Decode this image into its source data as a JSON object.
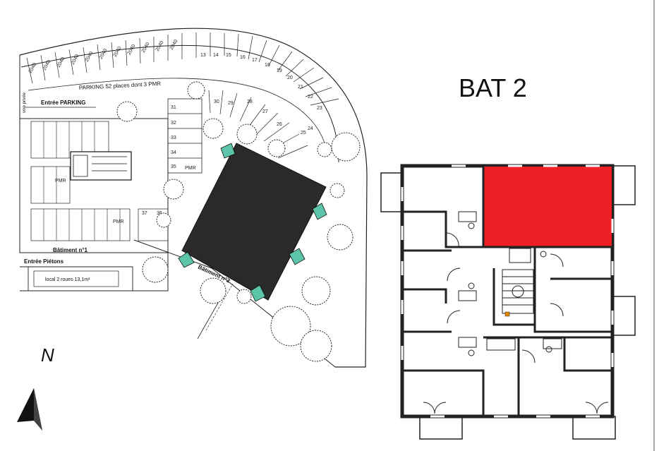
{
  "title": "BAT 2",
  "compass": "N",
  "site_plan": {
    "parking_label": "PARKING 52 places dont 3 PMR",
    "parking_entry": "Entrée PARKING",
    "pedestrian_entry": "Entrée Piétons",
    "building_1": "Bâtiment n°1",
    "building_2": "Bâtiment n°2",
    "local": "local 2 roues 13,1m²",
    "side_label": "voie privée",
    "pmr": "PMR",
    "outer_spots": [
      "13",
      "14",
      "15",
      "16",
      "17",
      "18",
      "19",
      "20",
      "21",
      "22",
      "23"
    ],
    "zone_marks": [
      "2040",
      "2040",
      "2040",
      "2040",
      "2040",
      "2040",
      "2040",
      "2040",
      "2040",
      "2040",
      "2040"
    ],
    "inner_spots": [
      "24",
      "25",
      "26",
      "27",
      "28",
      "29",
      "30"
    ],
    "left_spots": [
      "31",
      "32",
      "33",
      "34",
      "35"
    ],
    "bottom_spots": [
      "37",
      "36"
    ]
  },
  "floor_plan": {
    "highlight_color": "#ee2026",
    "highlighted_unit": "selected-apartment"
  },
  "colors": {
    "building": "#2a2a2a",
    "entrance": "#5cc4a8"
  }
}
